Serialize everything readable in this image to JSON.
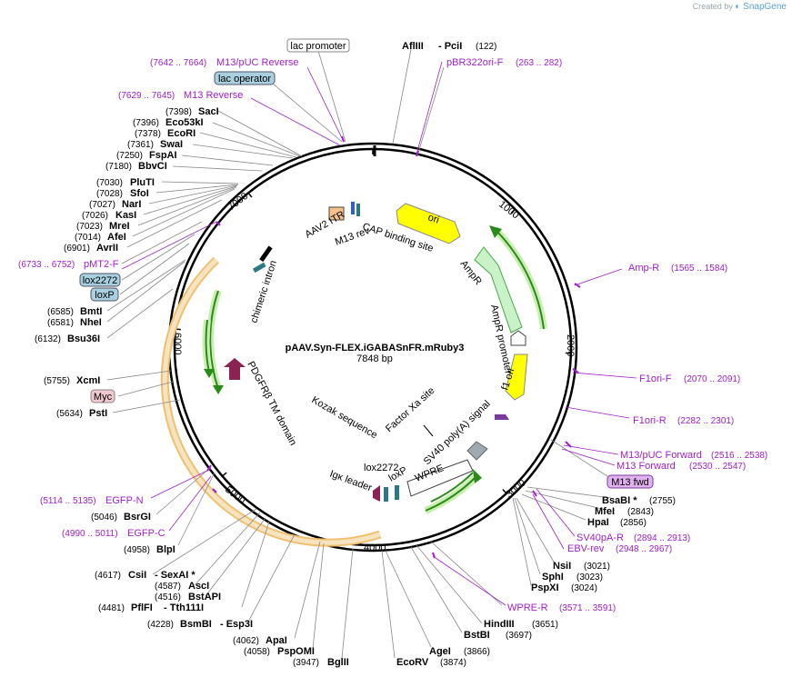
{
  "credit": {
    "prefix": "Created by",
    "brand": "SnapGene"
  },
  "plasmid": {
    "name": "pAAV.Syn-FLEX.iGABASnFR.mRuby3",
    "size": "7848 bp"
  },
  "ticks": [
    "1000",
    "2000",
    "3000",
    "4000",
    "5000",
    "6000",
    "7000"
  ],
  "sites": {
    "afliii": "AflIII",
    "pcii": "- PciI",
    "p122": "(122)",
    "saci": "SacI",
    "p7398": "(7398)",
    "eco53ki": "Eco53kI",
    "p7396": "(7396)",
    "ecori": "EcoRI",
    "p7378": "(7378)",
    "swai": "SwaI",
    "p7361": "(7361)",
    "fspai": "FspAI",
    "p7250": "(7250)",
    "bbvci": "BbvCI",
    "p7180": "(7180)",
    "pluti": "PluTI",
    "p7030": "(7030)",
    "sfoi": "SfoI",
    "p7028": "(7028)",
    "nari": "NarI",
    "p7027": "(7027)",
    "kasi": "KasI",
    "p7026": "(7026)",
    "mrei": "MreI",
    "p7023": "(7023)",
    "afei": "AfeI",
    "p7014": "(7014)",
    "avrii": "AvrII",
    "p6901": "(6901)",
    "bmti": "BmtI",
    "p6585": "(6585)",
    "nhei": "NheI",
    "p6581": "(6581)",
    "bsu36i": "Bsu36I",
    "p6132": "(6132)",
    "xcmi": "XcmI",
    "p5755": "(5755)",
    "psti": "PstI",
    "p5634": "(5634)",
    "bsrgi": "BsrGI",
    "p5046": "(5046)",
    "blpi": "BlpI",
    "p4958": "(4958)",
    "csii": "CsiI",
    "sexai": "- SexAI *",
    "p4617": "(4617)",
    "asci": "AscI",
    "p4587": "(4587)",
    "bstapi": "BstAPI",
    "p4516": "(4516)",
    "pflfi": "PflFI",
    "tth111i": "- Tth111I",
    "p4481": "(4481)",
    "bsmbi": "BsmBI",
    "esp3i": "- Esp3I",
    "p4228": "(4228)",
    "apai": "ApaI",
    "p4062": "(4062)",
    "pspomi": "PspOMI",
    "p4058": "(4058)",
    "bglii": "BglII",
    "p3947": "(3947)",
    "ecorv": "EcoRV",
    "p3874": "(3874)",
    "agei": "AgeI",
    "p3866": "(3866)",
    "bstbi": "BstBI",
    "p3697": "(3697)",
    "hindiii": "HindIII",
    "p3651": "(3651)",
    "pspxi": "PspXI",
    "p3024": "(3024)",
    "sphi": "SphI",
    "p3023": "(3023)",
    "nsii": "NsiI",
    "p3021": "(3021)",
    "hpai": "HpaI",
    "p2856": "(2856)",
    "mfei": "MfeI",
    "p2843": "(2843)",
    "bsabi": "BsaBI *",
    "p2755": "(2755)"
  },
  "primers": {
    "m13puc_rev": "M13/pUC Reverse",
    "m13puc_rev_pos": "(7642 .. 7664)",
    "m13_rev": "M13 Reverse",
    "m13_rev_pos": "(7629 .. 7645)",
    "pbr322": "pBR322ori-F",
    "pbr322_pos": "(263 .. 282)",
    "pmt2": "pMT2-F",
    "pmt2_pos": "(6733 .. 6752)",
    "ampr": "Amp-R",
    "ampr_pos": "(1565 .. 1584)",
    "f1ori_f": "F1ori-F",
    "f1ori_f_pos": "(2070 .. 2091)",
    "f1ori_r": "F1ori-R",
    "f1ori_r_pos": "(2282 .. 2301)",
    "m13puc_fwd": "M13/pUC Forward",
    "m13puc_fwd_pos": "(2516 .. 2538)",
    "m13_fwd": "M13 Forward",
    "m13_fwd_pos": "(2530 .. 2547)",
    "sv40pa_r": "SV40pA-R",
    "sv40pa_r_pos": "(2894 .. 2913)",
    "ebv_rev": "EBV-rev",
    "ebv_rev_pos": "(2948 .. 2967)",
    "wpre_r": "WPRE-R",
    "wpre_r_pos": "(3571 .. 3591)",
    "egfp_n": "EGFP-N",
    "egfp_n_pos": "(5114 .. 5135)",
    "egfp_c": "EGFP-C",
    "egfp_c_pos": "(4990 .. 5011)"
  },
  "boxes": {
    "lac_promoter": "lac promoter",
    "lac_operator": "lac operator",
    "lox2272": "lox2272",
    "loxp": "loxP",
    "myc": "Myc",
    "m13fwd": "M13 fwd"
  },
  "features": {
    "aav2_itr": "AAV2 ITR",
    "m13_rev": "M13 rev",
    "cap": "CAP binding site",
    "ori": "ori",
    "ampr": "AmpR",
    "ampr_promoter": "AmpR promoter",
    "f1ori": "f1 ori",
    "sv40": "SV40 poly(A) signal",
    "factor_xa": "Factor Xa site",
    "kozak": "Kozak sequence",
    "wpre": "WPRE",
    "loxp": "loxP",
    "lox2272": "lox2272",
    "igk": "Igκ leader",
    "pdgfrb": "PDGFRβ TM domain",
    "chimeric": "chimeric intron"
  }
}
